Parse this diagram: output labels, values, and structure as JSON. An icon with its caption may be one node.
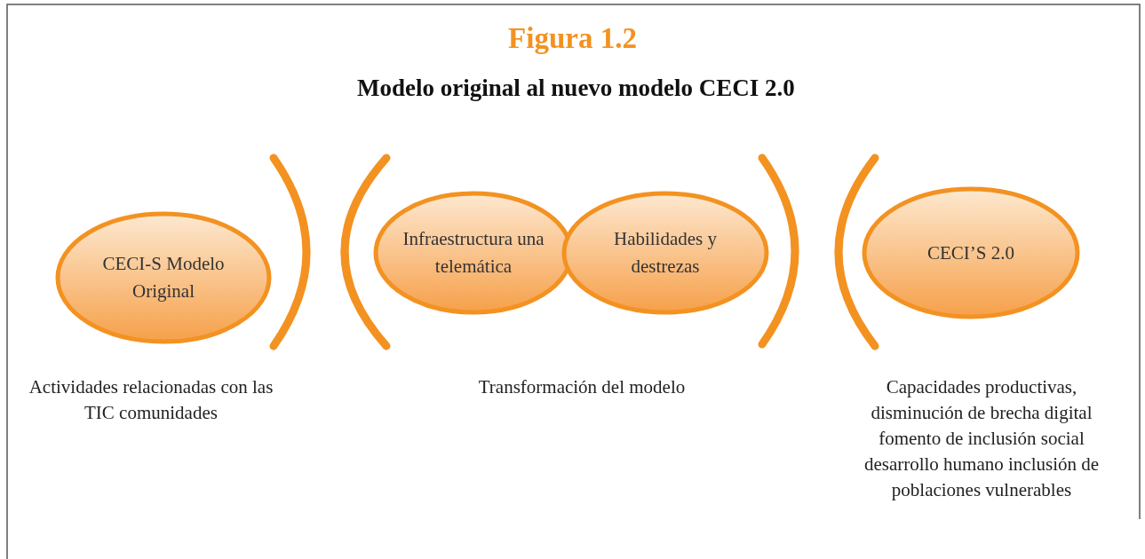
{
  "diagram": {
    "title": "Figura 1.2",
    "caption": "Modelo original al nuevo modelo CECI 2.0",
    "nodes": [
      {
        "text": [
          "CECI-S Modelo Original"
        ]
      },
      {
        "text": [
          "Infraestructura una telemática"
        ]
      },
      {
        "text": [
          "Habilidades y destrezas"
        ]
      },
      {
        "text": [
          "CECI’S 2.0"
        ]
      }
    ],
    "edges": [],
    "labels": [
      "Actividades relacionadas con las TIC comunidades",
      "Transformación del modelo",
      "Capacidades productivas, disminución de brecha digital fomento de inclusión social desarrollo humano inclusión de poblaciones vulnerables"
    ]
  }
}
